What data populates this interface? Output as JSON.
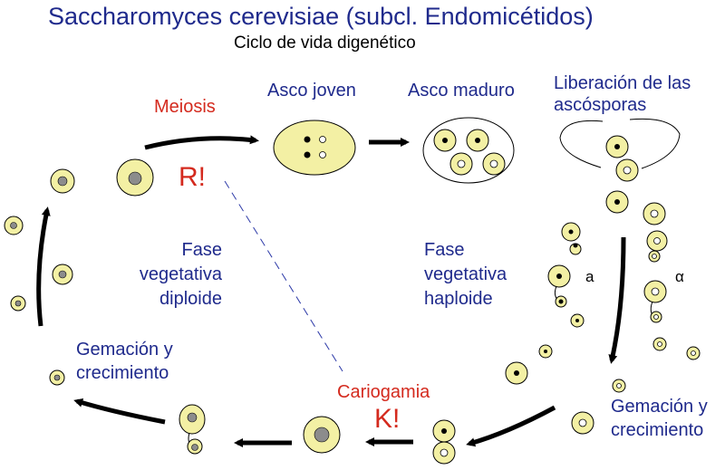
{
  "title": "Saccharomyces cerevisiae (subcl. Endomicétidos)",
  "subtitle": "Ciclo de vida digenético",
  "labels": {
    "meiosis": "Meiosis",
    "asco_joven": "Asco joven",
    "asco_maduro": "Asco maduro",
    "liberacion_1": "Liberación de las",
    "liberacion_2": "ascósporas",
    "r_mark": "R!",
    "k_mark": "K!",
    "fase_veg_dip_1": "Fase",
    "fase_veg_dip_2": "vegetativa",
    "fase_veg_dip_3": "diploide",
    "fase_veg_hap_1": "Fase",
    "fase_veg_hap_2": "vegetativa",
    "fase_veg_hap_3": "haploide",
    "gemacion_left_1": "Gemación y",
    "gemacion_left_2": "crecimiento",
    "gemacion_right_1": "Gemación y",
    "gemacion_right_2": "crecimiento",
    "cariogamia": "Cariogamia",
    "mating_a": "a",
    "mating_alpha": "α"
  },
  "colors": {
    "title_blue": "#1f2a8c",
    "event_red": "#d42a1e",
    "cell_fill": "#f3f0a4",
    "nucleus_gray": "#8c8c8c",
    "arrow_black": "#000000",
    "dashed_line": "#2d3aa8"
  }
}
